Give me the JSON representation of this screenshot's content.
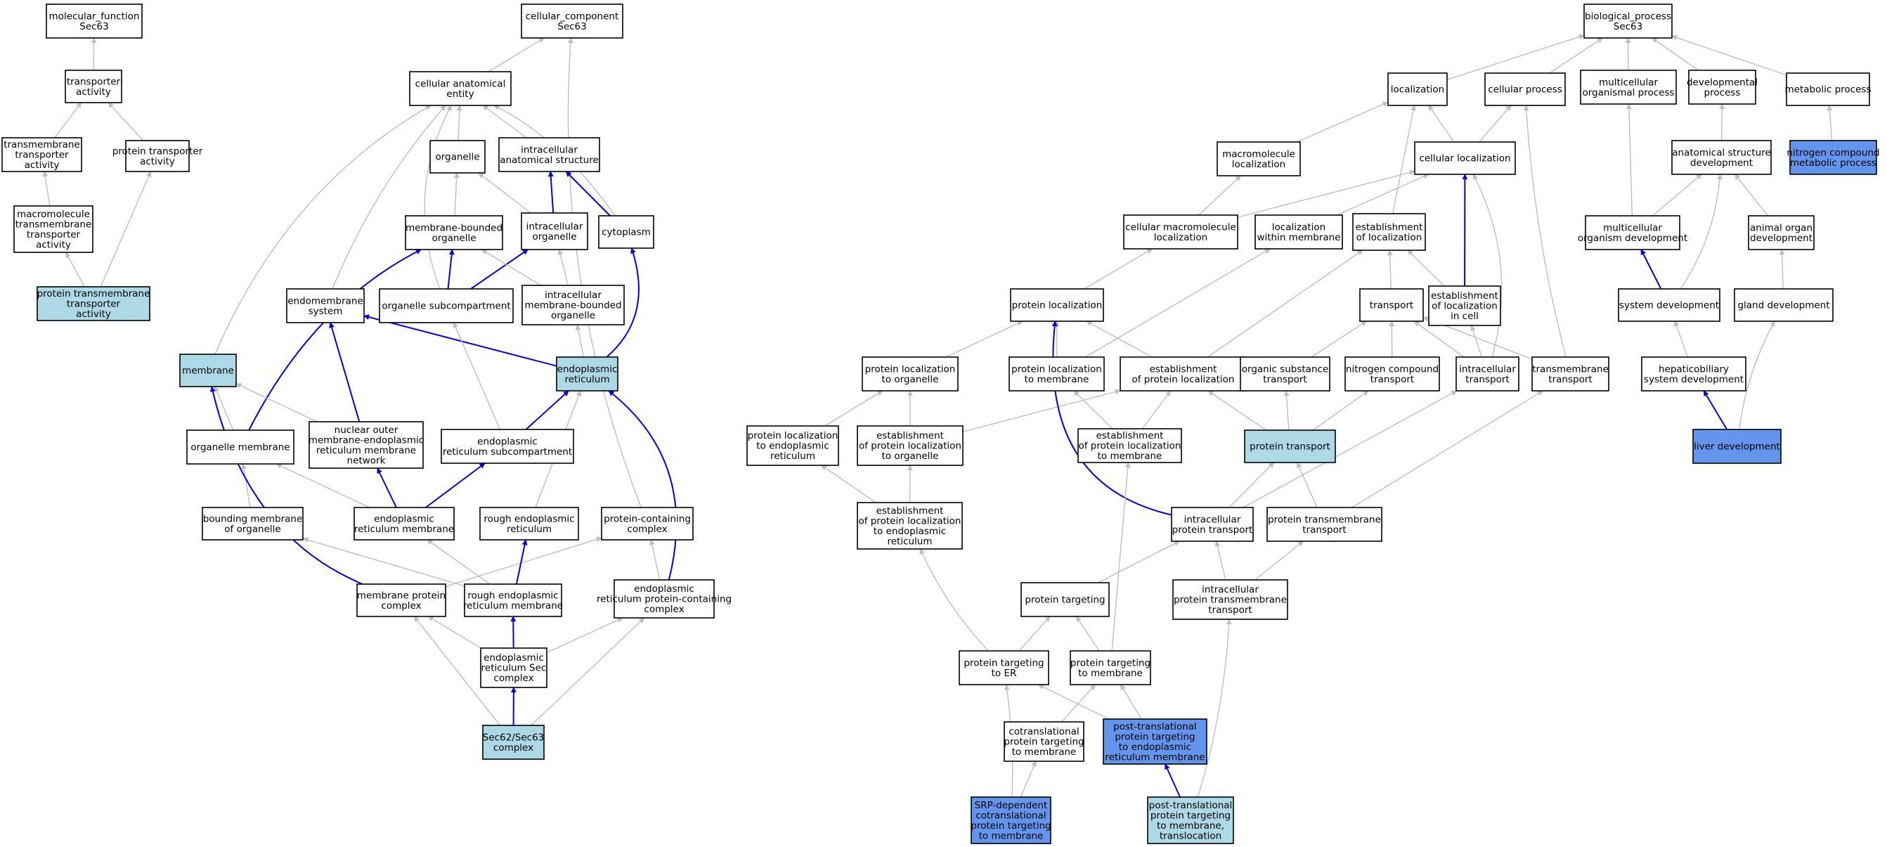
{
  "colors": {
    "plain_fill": "#ffffff",
    "light_fill": "#add8e6",
    "dark_fill": "#6495ed",
    "grey_edge": "#bebebe",
    "blue_edge": "#0000ee"
  },
  "nodes": [
    {
      "id": "mf",
      "lines": [
        "molecular_function",
        "Sec63"
      ],
      "fill": "plain"
    },
    {
      "id": "ta",
      "lines": [
        "transporter",
        "activity"
      ],
      "fill": "plain"
    },
    {
      "id": "tmta",
      "lines": [
        "transmembrane",
        "transporter",
        "activity"
      ],
      "fill": "plain"
    },
    {
      "id": "pta",
      "lines": [
        "protein transporter",
        "activity"
      ],
      "fill": "plain"
    },
    {
      "id": "mmtta",
      "lines": [
        "macromolecule",
        "transmembrane",
        "transporter",
        "activity"
      ],
      "fill": "plain"
    },
    {
      "id": "ptmta",
      "lines": [
        "protein transmembrane",
        "transporter",
        "activity"
      ],
      "fill": "light"
    },
    {
      "id": "cc",
      "lines": [
        "cellular_component",
        "Sec63"
      ],
      "fill": "plain"
    },
    {
      "id": "cae",
      "lines": [
        "cellular anatomical",
        "entity"
      ],
      "fill": "plain"
    },
    {
      "id": "org",
      "lines": [
        "organelle"
      ],
      "fill": "plain"
    },
    {
      "id": "ias",
      "lines": [
        "intracellular",
        "anatomical structure"
      ],
      "fill": "plain"
    },
    {
      "id": "mbo",
      "lines": [
        "membrane-bounded",
        "organelle"
      ],
      "fill": "plain"
    },
    {
      "id": "io",
      "lines": [
        "intracellular",
        "organelle"
      ],
      "fill": "plain"
    },
    {
      "id": "cyt",
      "lines": [
        "cytoplasm"
      ],
      "fill": "plain"
    },
    {
      "id": "es",
      "lines": [
        "endomembrane",
        "system"
      ],
      "fill": "plain"
    },
    {
      "id": "osc",
      "lines": [
        "organelle subcompartment"
      ],
      "fill": "plain"
    },
    {
      "id": "imbo",
      "lines": [
        "intracellular",
        "membrane-bounded",
        "organelle"
      ],
      "fill": "plain"
    },
    {
      "id": "mem",
      "lines": [
        "membrane"
      ],
      "fill": "light"
    },
    {
      "id": "er",
      "lines": [
        "endoplasmic",
        "reticulum"
      ],
      "fill": "light"
    },
    {
      "id": "om",
      "lines": [
        "organelle membrane"
      ],
      "fill": "plain"
    },
    {
      "id": "nomer",
      "lines": [
        "nuclear outer",
        "membrane-endoplasmic",
        "reticulum membrane",
        "network"
      ],
      "fill": "plain"
    },
    {
      "id": "ersc",
      "lines": [
        "endoplasmic",
        "reticulum subcompartment"
      ],
      "fill": "plain"
    },
    {
      "id": "bmo",
      "lines": [
        "bounding membrane",
        "of organelle"
      ],
      "fill": "plain"
    },
    {
      "id": "erm",
      "lines": [
        "endoplasmic",
        "reticulum membrane"
      ],
      "fill": "plain"
    },
    {
      "id": "rer",
      "lines": [
        "rough endoplasmic",
        "reticulum"
      ],
      "fill": "plain"
    },
    {
      "id": "pcc",
      "lines": [
        "protein-containing",
        "complex"
      ],
      "fill": "plain"
    },
    {
      "id": "mpc",
      "lines": [
        "membrane protein",
        "complex"
      ],
      "fill": "plain"
    },
    {
      "id": "rerm",
      "lines": [
        "rough endoplasmic",
        "reticulum membrane"
      ],
      "fill": "plain"
    },
    {
      "id": "erpcc",
      "lines": [
        "endoplasmic",
        "reticulum protein-containing",
        "complex"
      ],
      "fill": "plain"
    },
    {
      "id": "ersec",
      "lines": [
        "endoplasmic",
        "reticulum Sec",
        "complex"
      ],
      "fill": "plain"
    },
    {
      "id": "sec62",
      "lines": [
        "Sec62/Sec63",
        "complex"
      ],
      "fill": "light"
    },
    {
      "id": "bp",
      "lines": [
        "biological_process",
        "Sec63"
      ],
      "fill": "plain"
    },
    {
      "id": "loc",
      "lines": [
        "localization"
      ],
      "fill": "plain"
    },
    {
      "id": "cp",
      "lines": [
        "cellular process"
      ],
      "fill": "plain"
    },
    {
      "id": "mop",
      "lines": [
        "multicellular",
        "organismal process"
      ],
      "fill": "plain"
    },
    {
      "id": "dp",
      "lines": [
        "developmental",
        "process"
      ],
      "fill": "plain"
    },
    {
      "id": "mp",
      "lines": [
        "metabolic process"
      ],
      "fill": "plain"
    },
    {
      "id": "mml",
      "lines": [
        "macromolecule",
        "localization"
      ],
      "fill": "plain"
    },
    {
      "id": "cl",
      "lines": [
        "cellular localization"
      ],
      "fill": "plain"
    },
    {
      "id": "asd",
      "lines": [
        "anatomical structure",
        "development"
      ],
      "fill": "plain"
    },
    {
      "id": "ncmp",
      "lines": [
        "nitrogen compound",
        "metabolic process"
      ],
      "fill": "dark"
    },
    {
      "id": "cml",
      "lines": [
        "cellular macromolecule",
        "localization"
      ],
      "fill": "plain"
    },
    {
      "id": "lwm",
      "lines": [
        "localization",
        "within membrane"
      ],
      "fill": "plain"
    },
    {
      "id": "eol",
      "lines": [
        "establishment",
        "of localization"
      ],
      "fill": "plain"
    },
    {
      "id": "mod",
      "lines": [
        "multicellular",
        "organism development"
      ],
      "fill": "plain"
    },
    {
      "id": "aod",
      "lines": [
        "animal organ",
        "development"
      ],
      "fill": "plain"
    },
    {
      "id": "pl",
      "lines": [
        "protein localization"
      ],
      "fill": "plain"
    },
    {
      "id": "tr",
      "lines": [
        "transport"
      ],
      "fill": "plain"
    },
    {
      "id": "elic",
      "lines": [
        "establishment",
        "of localization",
        "in cell"
      ],
      "fill": "plain"
    },
    {
      "id": "sd",
      "lines": [
        "system development"
      ],
      "fill": "plain"
    },
    {
      "id": "gd",
      "lines": [
        "gland development"
      ],
      "fill": "plain"
    },
    {
      "id": "plo",
      "lines": [
        "protein localization",
        "to organelle"
      ],
      "fill": "plain"
    },
    {
      "id": "pltm",
      "lines": [
        "protein localization",
        "to membrane"
      ],
      "fill": "plain"
    },
    {
      "id": "epl",
      "lines": [
        "establishment",
        "of protein localization"
      ],
      "fill": "plain"
    },
    {
      "id": "ost",
      "lines": [
        "organic substance",
        "transport"
      ],
      "fill": "plain"
    },
    {
      "id": "nct",
      "lines": [
        "nitrogen compound",
        "transport"
      ],
      "fill": "plain"
    },
    {
      "id": "it",
      "lines": [
        "intracellular",
        "transport"
      ],
      "fill": "plain"
    },
    {
      "id": "tmt",
      "lines": [
        "transmembrane",
        "transport"
      ],
      "fill": "plain"
    },
    {
      "id": "hsd",
      "lines": [
        "hepaticobiliary",
        "system development"
      ],
      "fill": "plain"
    },
    {
      "id": "pler",
      "lines": [
        "protein localization",
        "to endoplasmic",
        "reticulum"
      ],
      "fill": "plain"
    },
    {
      "id": "eplo",
      "lines": [
        "establishment",
        "of protein localization",
        "to organelle"
      ],
      "fill": "plain"
    },
    {
      "id": "eplm",
      "lines": [
        "establishment",
        "of protein localization",
        "to membrane"
      ],
      "fill": "plain"
    },
    {
      "id": "pt",
      "lines": [
        "protein transport"
      ],
      "fill": "light"
    },
    {
      "id": "ld",
      "lines": [
        "liver development"
      ],
      "fill": "dark"
    },
    {
      "id": "epler",
      "lines": [
        "establishment",
        "of protein localization",
        "to endoplasmic",
        "reticulum"
      ],
      "fill": "plain"
    },
    {
      "id": "ipt",
      "lines": [
        "intracellular",
        "protein transport"
      ],
      "fill": "plain"
    },
    {
      "id": "ptmt",
      "lines": [
        "protein transmembrane",
        "transport"
      ],
      "fill": "plain"
    },
    {
      "id": "ptg",
      "lines": [
        "protein targeting"
      ],
      "fill": "plain"
    },
    {
      "id": "iptmt",
      "lines": [
        "intracellular",
        "protein transmembrane",
        "transport"
      ],
      "fill": "plain"
    },
    {
      "id": "pter",
      "lines": [
        "protein targeting",
        "to ER"
      ],
      "fill": "plain"
    },
    {
      "id": "ptm",
      "lines": [
        "protein targeting",
        "to membrane"
      ],
      "fill": "plain"
    },
    {
      "id": "ctptm",
      "lines": [
        "cotranslational",
        "protein targeting",
        "to membrane"
      ],
      "fill": "plain"
    },
    {
      "id": "ptpterm",
      "lines": [
        "post-translational",
        "protein targeting",
        "to endoplasmic",
        "reticulum membrane"
      ],
      "fill": "dark"
    },
    {
      "id": "srp",
      "lines": [
        "SRP-dependent",
        "cotranslational",
        "protein targeting",
        "to membrane"
      ],
      "fill": "dark"
    },
    {
      "id": "ptptmt",
      "lines": [
        "post-translational",
        "protein targeting",
        "to membrane,",
        "translocation"
      ],
      "fill": "light"
    }
  ],
  "edges": [
    {
      "from": "ta",
      "to": "mf",
      "kind": "grey"
    },
    {
      "from": "tmta",
      "to": "ta",
      "kind": "grey"
    },
    {
      "from": "pta",
      "to": "ta",
      "kind": "grey"
    },
    {
      "from": "mmtta",
      "to": "tmta",
      "kind": "grey"
    },
    {
      "from": "ptmta",
      "to": "mmtta",
      "kind": "grey"
    },
    {
      "from": "ptmta",
      "to": "pta",
      "kind": "grey"
    },
    {
      "from": "cae",
      "to": "cc",
      "kind": "grey"
    },
    {
      "from": "pcc",
      "to": "cc",
      "kind": "grey"
    },
    {
      "from": "org",
      "to": "cae",
      "kind": "grey"
    },
    {
      "from": "ias",
      "to": "cae",
      "kind": "grey"
    },
    {
      "from": "cyt",
      "to": "cae",
      "kind": "grey"
    },
    {
      "from": "es",
      "to": "cae",
      "kind": "grey"
    },
    {
      "from": "osc",
      "to": "cae",
      "kind": "grey"
    },
    {
      "from": "mem",
      "to": "cae",
      "kind": "grey"
    },
    {
      "from": "mbo",
      "to": "org",
      "kind": "grey"
    },
    {
      "from": "io",
      "to": "org",
      "kind": "grey"
    },
    {
      "from": "io",
      "to": "ias",
      "kind": "blue"
    },
    {
      "from": "cyt",
      "to": "ias",
      "kind": "blue"
    },
    {
      "from": "osc",
      "to": "mbo",
      "kind": "blue"
    },
    {
      "from": "osc",
      "to": "io",
      "kind": "blue"
    },
    {
      "from": "imbo",
      "to": "mbo",
      "kind": "grey"
    },
    {
      "from": "imbo",
      "to": "io",
      "kind": "grey"
    },
    {
      "from": "er",
      "to": "imbo",
      "kind": "grey"
    },
    {
      "from": "er",
      "to": "cyt",
      "kind": "blue"
    },
    {
      "from": "er",
      "to": "es",
      "kind": "blue"
    },
    {
      "from": "om",
      "to": "mbo",
      "kind": "blue"
    },
    {
      "from": "om",
      "to": "mem",
      "kind": "grey"
    },
    {
      "from": "nomer",
      "to": "es",
      "kind": "blue"
    },
    {
      "from": "nomer",
      "to": "mem",
      "kind": "grey"
    },
    {
      "from": "ersc",
      "to": "er",
      "kind": "blue"
    },
    {
      "from": "ersc",
      "to": "osc",
      "kind": "grey"
    },
    {
      "from": "bmo",
      "to": "om",
      "kind": "grey"
    },
    {
      "from": "erm",
      "to": "nomer",
      "kind": "blue"
    },
    {
      "from": "erm",
      "to": "ersc",
      "kind": "blue"
    },
    {
      "from": "erm",
      "to": "om",
      "kind": "grey"
    },
    {
      "from": "rer",
      "to": "er",
      "kind": "grey"
    },
    {
      "from": "mpc",
      "to": "mem",
      "kind": "blue"
    },
    {
      "from": "mpc",
      "to": "pcc",
      "kind": "grey"
    },
    {
      "from": "rerm",
      "to": "rer",
      "kind": "blue"
    },
    {
      "from": "rerm",
      "to": "erm",
      "kind": "grey"
    },
    {
      "from": "rerm",
      "to": "bmo",
      "kind": "grey"
    },
    {
      "from": "erpcc",
      "to": "pcc",
      "kind": "grey"
    },
    {
      "from": "erpcc",
      "to": "er",
      "kind": "blue"
    },
    {
      "from": "ersec",
      "to": "rerm",
      "kind": "blue"
    },
    {
      "from": "ersec",
      "to": "mpc",
      "kind": "grey"
    },
    {
      "from": "ersec",
      "to": "erpcc",
      "kind": "grey"
    },
    {
      "from": "sec62",
      "to": "ersec",
      "kind": "blue"
    },
    {
      "from": "sec62",
      "to": "mpc",
      "kind": "grey"
    },
    {
      "from": "sec62",
      "to": "erpcc",
      "kind": "grey"
    },
    {
      "from": "loc",
      "to": "bp",
      "kind": "grey"
    },
    {
      "from": "cp",
      "to": "bp",
      "kind": "grey"
    },
    {
      "from": "mop",
      "to": "bp",
      "kind": "grey"
    },
    {
      "from": "dp",
      "to": "bp",
      "kind": "grey"
    },
    {
      "from": "mp",
      "to": "bp",
      "kind": "grey"
    },
    {
      "from": "mml",
      "to": "loc",
      "kind": "grey"
    },
    {
      "from": "cl",
      "to": "loc",
      "kind": "grey"
    },
    {
      "from": "cl",
      "to": "cp",
      "kind": "grey"
    },
    {
      "from": "asd",
      "to": "dp",
      "kind": "grey"
    },
    {
      "from": "ncmp",
      "to": "mp",
      "kind": "grey"
    },
    {
      "from": "cml",
      "to": "mml",
      "kind": "grey"
    },
    {
      "from": "cml",
      "to": "cl",
      "kind": "grey"
    },
    {
      "from": "lwm",
      "to": "cl",
      "kind": "grey"
    },
    {
      "from": "eol",
      "to": "loc",
      "kind": "grey"
    },
    {
      "from": "mod",
      "to": "mop",
      "kind": "grey"
    },
    {
      "from": "mod",
      "to": "asd",
      "kind": "grey"
    },
    {
      "from": "aod",
      "to": "asd",
      "kind": "grey"
    },
    {
      "from": "pl",
      "to": "cml",
      "kind": "grey"
    },
    {
      "from": "tr",
      "to": "eol",
      "kind": "grey"
    },
    {
      "from": "elic",
      "to": "cl",
      "kind": "blue"
    },
    {
      "from": "elic",
      "to": "eol",
      "kind": "grey"
    },
    {
      "from": "sd",
      "to": "mod",
      "kind": "blue"
    },
    {
      "from": "sd",
      "to": "asd",
      "kind": "grey"
    },
    {
      "from": "gd",
      "to": "aod",
      "kind": "grey"
    },
    {
      "from": "plo",
      "to": "pl",
      "kind": "grey"
    },
    {
      "from": "pltm",
      "to": "pl",
      "kind": "grey"
    },
    {
      "from": "pltm",
      "to": "lwm",
      "kind": "grey"
    },
    {
      "from": "epl",
      "to": "pl",
      "kind": "grey"
    },
    {
      "from": "epl",
      "to": "eol",
      "kind": "grey"
    },
    {
      "from": "ost",
      "to": "tr",
      "kind": "grey"
    },
    {
      "from": "nct",
      "to": "tr",
      "kind": "grey"
    },
    {
      "from": "it",
      "to": "tr",
      "kind": "grey"
    },
    {
      "from": "it",
      "to": "elic",
      "kind": "grey"
    },
    {
      "from": "it",
      "to": "cl",
      "kind": "grey"
    },
    {
      "from": "tmt",
      "to": "tr",
      "kind": "grey"
    },
    {
      "from": "tmt",
      "to": "cp",
      "kind": "grey"
    },
    {
      "from": "hsd",
      "to": "sd",
      "kind": "grey"
    },
    {
      "from": "pler",
      "to": "plo",
      "kind": "grey"
    },
    {
      "from": "eplo",
      "to": "plo",
      "kind": "grey"
    },
    {
      "from": "eplo",
      "to": "epl",
      "kind": "grey"
    },
    {
      "from": "eplm",
      "to": "pltm",
      "kind": "grey"
    },
    {
      "from": "eplm",
      "to": "epl",
      "kind": "grey"
    },
    {
      "from": "pt",
      "to": "epl",
      "kind": "grey"
    },
    {
      "from": "pt",
      "to": "ost",
      "kind": "grey"
    },
    {
      "from": "pt",
      "to": "nct",
      "kind": "grey"
    },
    {
      "from": "ld",
      "to": "hsd",
      "kind": "blue"
    },
    {
      "from": "ld",
      "to": "gd",
      "kind": "grey"
    },
    {
      "from": "epler",
      "to": "pler",
      "kind": "grey"
    },
    {
      "from": "epler",
      "to": "eplo",
      "kind": "grey"
    },
    {
      "from": "ipt",
      "to": "pt",
      "kind": "grey"
    },
    {
      "from": "ipt",
      "to": "it",
      "kind": "grey"
    },
    {
      "from": "ipt",
      "to": "pl",
      "kind": "blue"
    },
    {
      "from": "ptmt",
      "to": "pt",
      "kind": "grey"
    },
    {
      "from": "ptmt",
      "to": "tmt",
      "kind": "grey"
    },
    {
      "from": "ptg",
      "to": "ipt",
      "kind": "grey"
    },
    {
      "from": "iptmt",
      "to": "ipt",
      "kind": "grey"
    },
    {
      "from": "iptmt",
      "to": "ptmt",
      "kind": "grey"
    },
    {
      "from": "pter",
      "to": "ptg",
      "kind": "grey"
    },
    {
      "from": "pter",
      "to": "epler",
      "kind": "grey"
    },
    {
      "from": "ptm",
      "to": "ptg",
      "kind": "grey"
    },
    {
      "from": "ptm",
      "to": "eplm",
      "kind": "grey"
    },
    {
      "from": "ctptm",
      "to": "ptm",
      "kind": "grey"
    },
    {
      "from": "ptpterm",
      "to": "pter",
      "kind": "grey"
    },
    {
      "from": "ptpterm",
      "to": "ptm",
      "kind": "grey"
    },
    {
      "from": "srp",
      "to": "pter",
      "kind": "grey"
    },
    {
      "from": "srp",
      "to": "ctptm",
      "kind": "grey"
    },
    {
      "from": "ptptmt",
      "to": "ptpterm",
      "kind": "blue"
    },
    {
      "from": "ptptmt",
      "to": "iptmt",
      "kind": "grey"
    }
  ]
}
